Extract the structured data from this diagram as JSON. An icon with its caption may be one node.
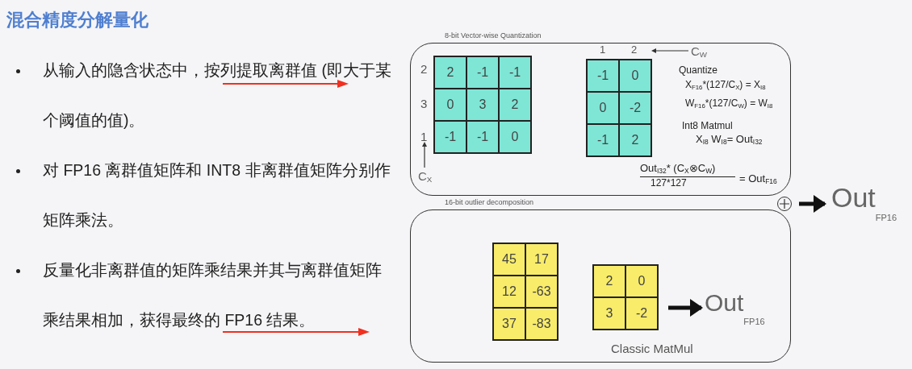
{
  "diagram": {
    "title": "混合精度分解量化",
    "nodes": [
      {
        "text": [
          "8-bit Vector-wise Quantization"
        ]
      },
      {
        "text": [
          "16-bit outlier decomposition"
        ]
      },
      {
        "text": [],
        "shape": "circle"
      },
      {
        "text": [
          "Out$_{FP16}$"
        ]
      },
      {
        "text": [
          "Out$_{FP16}$"
        ],
        "in": 1
      }
    ],
    "edges": [
      {
        "from": 2,
        "to": 3,
        "arrow": "to"
      },
      {
        "from": null,
        "to": 4,
        "arrow": "to"
      }
    ],
    "labels": [
      "从输入的隐含状态中，按列提取离群值 (即大于某个阈值的值)。",
      "对 FP16 离群值矩阵和 INT8 非离群值矩阵分别作矩阵乘法。",
      "反量化非离群值的矩阵乘结果并其与离群值矩阵乘结果相加，获得最终的 FP16 结果。",
      "2",
      "3",
      "1",
      "2",
      "-1",
      "-1",
      "0",
      "3",
      "2",
      "-1",
      "-1",
      "0",
      "C$_{X}$",
      "1",
      "2",
      "C$_{W}$",
      "-1",
      "0",
      "0",
      "-2",
      "-1",
      "2",
      "Quantize",
      "X$_{F16}$*(127/C$_{X}$) = X$_{I8}$",
      "W$_{F16}$*(127/C$_{W}$) = W$_{I8}$",
      "Int8 Matmul",
      "X$_{I8}$ W$_{I8}$= Out$_{I32}$",
      "Out$_{I32}$* (C$_{X}$⊗C$_{W}$)",
      "127*127",
      "= Out$_{F16}$",
      "45",
      "17",
      "12",
      "-63",
      "37",
      "-83",
      "2",
      "0",
      "3",
      "-2",
      "Classic MatMul"
    ]
  }
}
